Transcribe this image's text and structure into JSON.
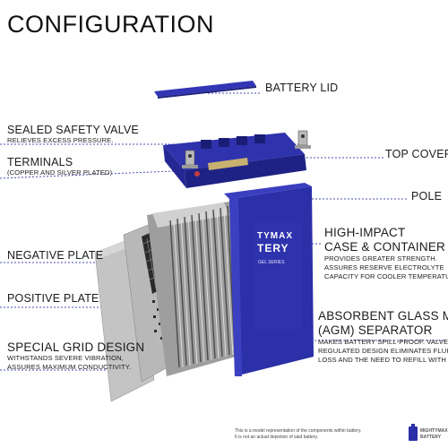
{
  "title": "CONFIGURATION",
  "labels": {
    "battery_lid": "BATTERY LID",
    "safety_valve": "SEALED SAFETY VALVE",
    "safety_valve_desc": "RELIEVES EXCESS PRESSURE.",
    "terminals": "TERMINALS",
    "terminals_desc": "(COPPER AND SILVER PLATED)",
    "top_cover": "TOP COVER",
    "pole": "POLE",
    "case_line1": "HIGH-IMPACT",
    "case_line2": "CASE & CONTAINER",
    "case_desc1": "PROVIDES GREATER STRENGTH.",
    "case_desc2": "ASSURES RESERVE ELECTROLYTE",
    "case_desc3": "CAPACITY FOR COOLER TEMPERATURES.",
    "negative_plate": "NEGATIVE PLATE",
    "positive_plate": "POSITIVE PLATE",
    "agm_line1": "ABSORBENT GLASS MAT",
    "agm_line2": "(AGM) SEPARATOR",
    "agm_desc1": "MAKES BATTERY SPILL-PROOF. VALVE",
    "agm_desc2": "REGULATED DESIGN ELIMINATES FLUID",
    "agm_desc3": "LOSS AND THE NEED TO REFILL WITH ACID.",
    "grid_line1": "SPECIAL GRID DESIGN",
    "grid_desc1": "WITHSTANDS SEVERE VIBRATION,",
    "grid_desc2": "ASSURES MAXIMUM CONDUCTIVITY."
  },
  "battery_label": {
    "brand_line1": "TYMAX",
    "brand_line2": "TERY",
    "series": "GEL SERIES"
  },
  "footer": {
    "line1": "This is a model representation of the components within battery.",
    "line2": "It is not an actual depiction of said battery."
  },
  "brand": {
    "line1": "MIGHTYMAX",
    "line2": "BATTERY"
  },
  "colors": {
    "battery_blue": "#2b2fa8",
    "battery_dark": "#1a1d7a",
    "leader_line": "#4a4fb2",
    "plate_gray": "#bdbdbd"
  }
}
